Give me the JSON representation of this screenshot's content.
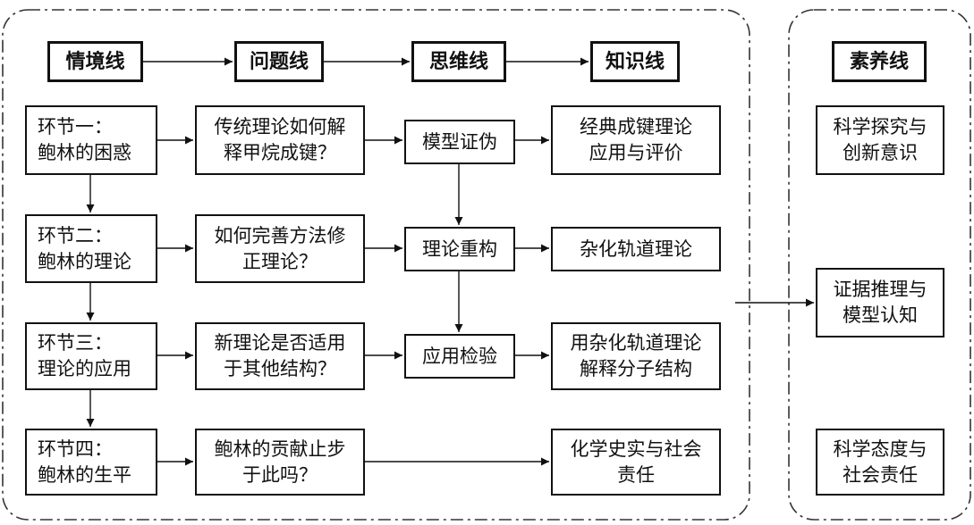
{
  "headers": {
    "situation": "情境线",
    "question": "问题线",
    "thinking": "思维线",
    "knowledge": "知识线",
    "literacy": "素养线"
  },
  "stages": [
    {
      "situation": "环节一：\n鲍林的困惑",
      "question": "传统理论如何解\n释甲烷成键？",
      "thinking": "模型证伪",
      "knowledge": "经典成键理论\n应用与评价"
    },
    {
      "situation": "环节二：\n鲍林的理论",
      "question": "如何完善方法修\n正理论？",
      "thinking": "理论重构",
      "knowledge": "杂化轨道理论"
    },
    {
      "situation": "环节三：\n理论的应用",
      "question": "新理论是否适用\n于其他结构？",
      "thinking": "应用检验",
      "knowledge": "用杂化轨道理论\n解释分子结构"
    },
    {
      "situation": "环节四：\n鲍林的生平",
      "question": "鲍林的贡献止步\n于此吗？",
      "thinking": "",
      "knowledge": "化学史实与社会\n责任"
    }
  ],
  "literacy_items": [
    "科学探究与\n创新意识",
    "证据推理与\n模型认知",
    "科学态度与\n社会责任"
  ]
}
